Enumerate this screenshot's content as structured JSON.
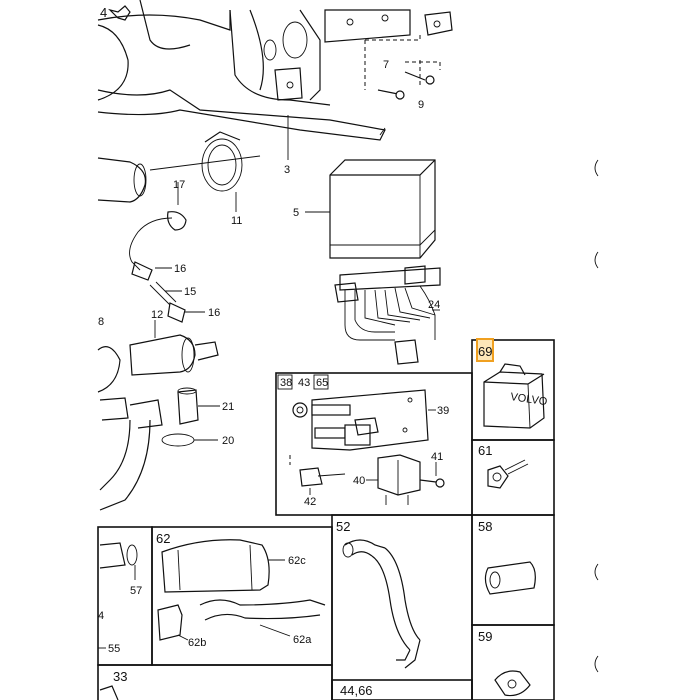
{
  "labels": {
    "n4": "4",
    "n7": "7",
    "n9": "9",
    "n3": "3",
    "n11": "11",
    "n5": "5",
    "n17": "17",
    "n16a": "16",
    "n15": "15",
    "n16b": "16",
    "n12": "12",
    "n8": "8",
    "n24": "24",
    "n69": "69",
    "n38": "38",
    "n43": "43",
    "n65": "65",
    "n39": "39",
    "n41": "41",
    "n40": "40",
    "n42": "42",
    "n21": "21",
    "n20": "20",
    "n61": "61",
    "n62": "62",
    "n62c": "62c",
    "n62b": "62b",
    "n62a": "62a",
    "n52": "52",
    "n58": "58",
    "n57": "57",
    "n4b": "4",
    "n55": "55",
    "n59": "59",
    "n33": "33",
    "n4466": "44,66",
    "volvo": "VOLVO"
  },
  "colors": {
    "highlight": "#f0a020",
    "highlight_fill": "#fde7b8",
    "ink": "#111111"
  }
}
